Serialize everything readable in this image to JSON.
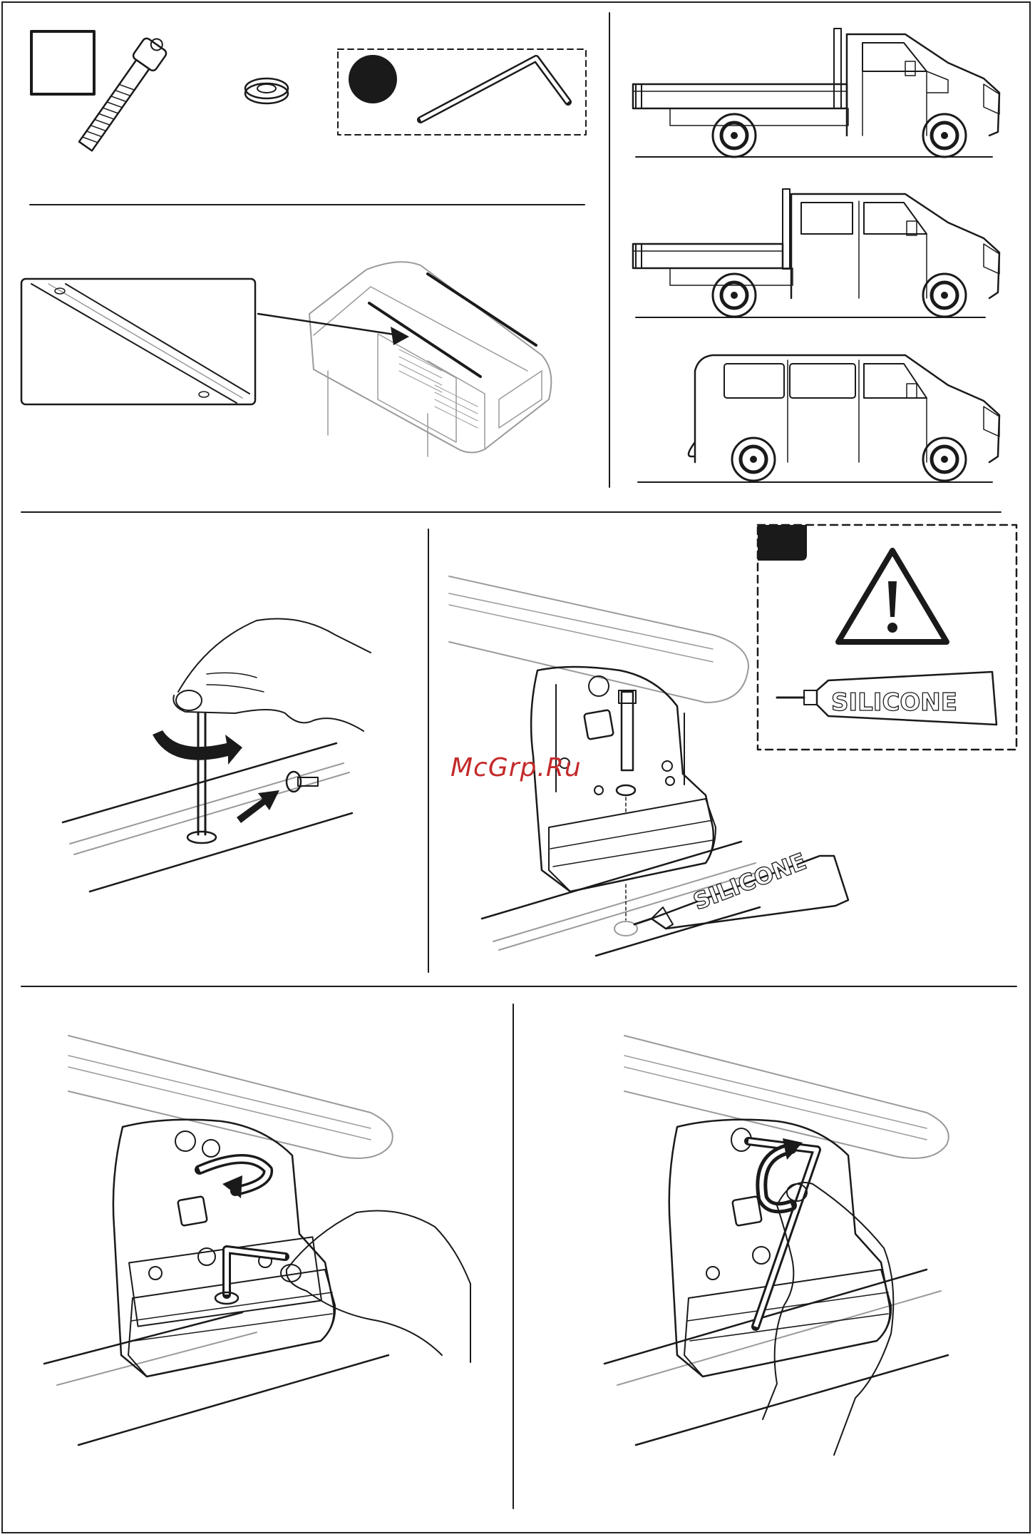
{
  "watermark": "McGrp.Ru",
  "silicone_tube_warning_label": "SILICONE",
  "silicone_tube_label": "SILICONE",
  "colors": {
    "ink": "#1a1a1a",
    "watermark": "#c42a2a",
    "tube_fill": "#bdbdbd"
  }
}
